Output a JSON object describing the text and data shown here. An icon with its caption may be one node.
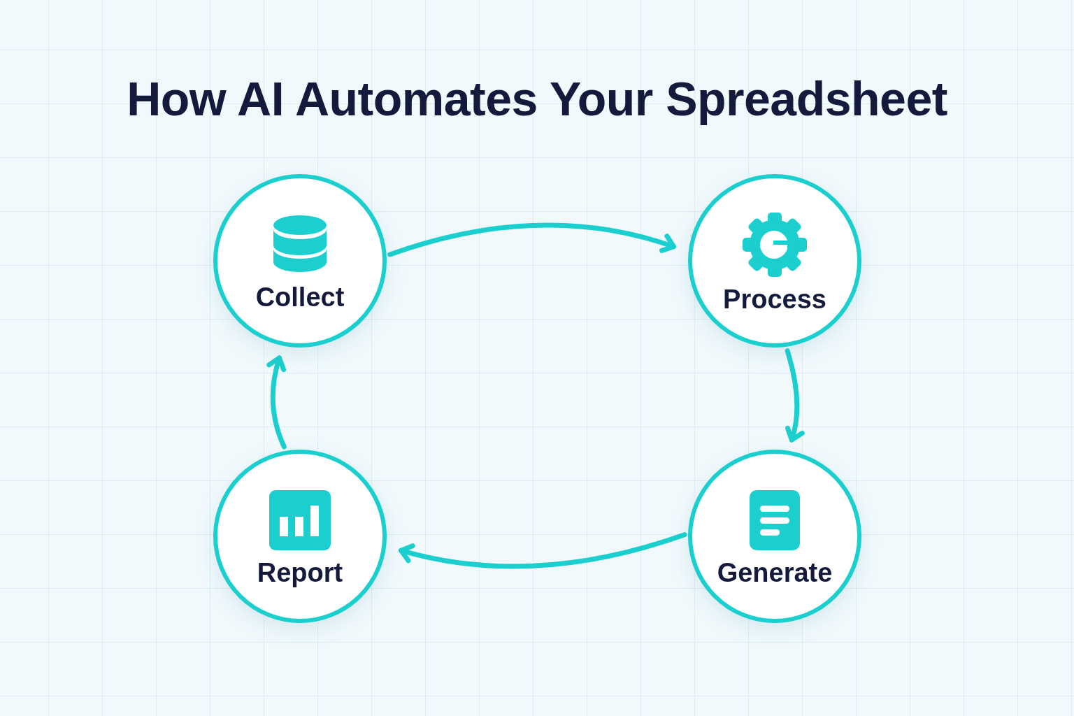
{
  "diagram": {
    "title": "How AI Automates Your Spreadsheet",
    "nodes": [
      {
        "text": [
          "Collect"
        ]
      },
      {
        "text": [
          "Process"
        ]
      },
      {
        "text": [
          "Report"
        ]
      },
      {
        "text": [
          "Generate"
        ]
      }
    ],
    "edges": [
      {
        "from": 0,
        "to": 1,
        "arrow": "to"
      },
      {
        "from": 1,
        "to": 3,
        "arrow": "to"
      },
      {
        "from": 3,
        "to": 2,
        "arrow": "to"
      },
      {
        "from": 2,
        "to": 0,
        "arrow": "to"
      }
    ]
  }
}
